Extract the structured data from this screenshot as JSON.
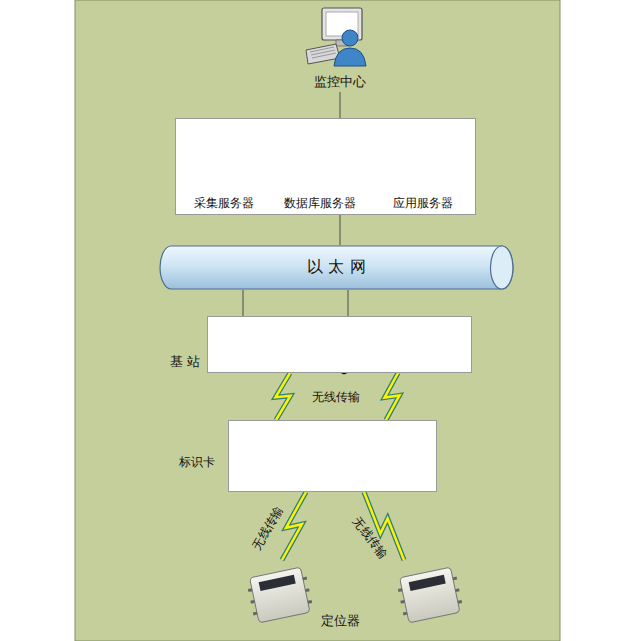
{
  "diagram": {
    "nodes": [
      {
        "text": [
          "监控中心"
        ]
      },
      {
        "text": []
      },
      {
        "text": [
          "采集服务器"
        ],
        "in": 1
      },
      {
        "text": [
          "数据库服务器"
        ],
        "in": 1
      },
      {
        "text": [
          "应用服务器"
        ],
        "in": 1
      },
      {
        "text": [
          "以 太 网"
        ]
      },
      {
        "text": [
          "基 站"
        ]
      },
      {
        "text": [
          "标识卡"
        ]
      },
      {
        "text": [
          "定位器"
        ]
      }
    ],
    "edges": [
      {
        "from": 0,
        "to": 1,
        "arrow": "none"
      },
      {
        "from": 1,
        "to": 5,
        "arrow": "none"
      },
      {
        "from": 5,
        "to": 6,
        "arrow": "none"
      },
      {
        "from": 5,
        "to": 6,
        "arrow": "none"
      },
      {
        "from": 6,
        "to": 7,
        "arrow": "none",
        "label": "无线传输"
      },
      {
        "from": 6,
        "to": 7,
        "arrow": "none"
      },
      {
        "from": 7,
        "to": 8,
        "arrow": "none",
        "label": "无线传输"
      },
      {
        "from": 7,
        "to": 8,
        "arrow": "none",
        "label": "无线传输"
      }
    ]
  }
}
